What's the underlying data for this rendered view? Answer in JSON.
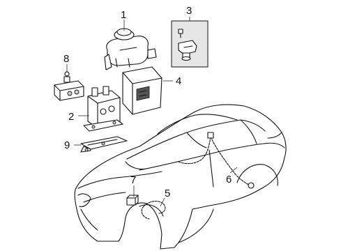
{
  "callouts": {
    "c1": "1",
    "c2": "2",
    "c3": "3",
    "c4": "4",
    "c5": "5",
    "c6": "6",
    "c7": "7",
    "c8": "8",
    "c9": "9"
  },
  "colors": {
    "line": "#111111",
    "background": "#ffffff",
    "inset_box": "#e6e6e6"
  }
}
